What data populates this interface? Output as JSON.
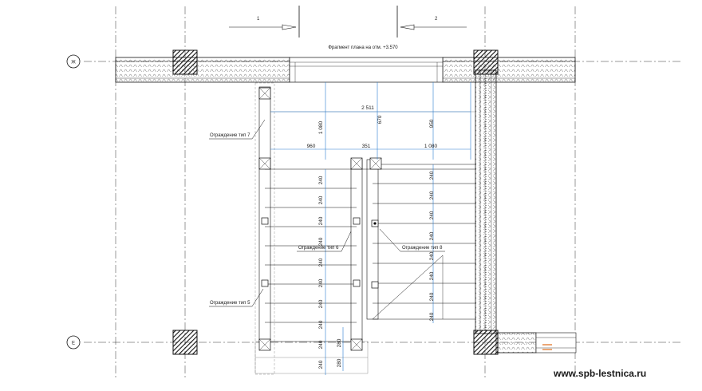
{
  "plan": {
    "title": "Фрагмент плана на отм. +3.570",
    "section_markers": [
      "1",
      "2"
    ],
    "axes": [
      "Ж",
      "Е"
    ],
    "dimensions": {
      "overall_width": "2 511",
      "segments": [
        "960",
        "351",
        "1 080"
      ],
      "verticals": [
        "1 080",
        "670",
        "950"
      ],
      "tread": "240",
      "small": "280"
    },
    "railings": {
      "type7": "Ограждение тип 7",
      "type6": "Ограждение тип 6",
      "type8": "Ограждение тип 8",
      "type5": "Ограждение тип 5"
    },
    "colors": {
      "lines": "#1a1a1a",
      "dimension_lines": "#2b7fd0",
      "insulation": "#555555",
      "accent": "#e07020"
    }
  },
  "watermark": "www.spb-lestnica.ru"
}
